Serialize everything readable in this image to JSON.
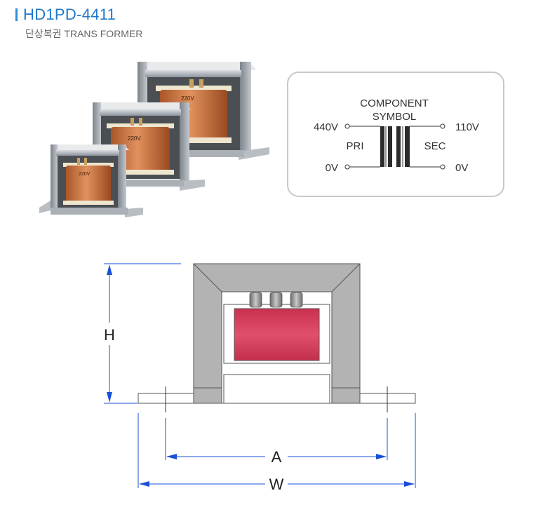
{
  "header": {
    "model": "HD1PD-4411",
    "subtitle": "단상복권 TRANS FORMER"
  },
  "photo": {
    "labels": [
      "220V",
      "220V",
      "220V"
    ]
  },
  "symbol": {
    "heading_line1": "COMPONENT",
    "heading_line2": "SYMBOL",
    "primary_high": "440V",
    "primary_low": "0V",
    "secondary_high": "110V",
    "secondary_low": "0V",
    "primary_label": "PRI",
    "secondary_label": "SEC"
  },
  "dimensions": {
    "height_label": "H",
    "mount_label": "A",
    "width_label": "W"
  },
  "colors": {
    "title": "#1f78c8",
    "dimension_line": "#1a4fd8",
    "coil": "#d23a57",
    "frame": "#b3b3b3"
  }
}
